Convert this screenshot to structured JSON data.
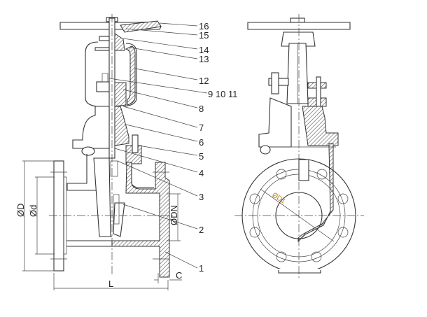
{
  "title": "Gate valve sectional drawing",
  "part_labels": [
    "16",
    "15",
    "14",
    "13",
    "12",
    "9 10 11",
    "8",
    "7",
    "6",
    "5",
    "4",
    "3",
    "2",
    "1"
  ],
  "dimensions": {
    "outer_diameter": "ØD",
    "inner_diameter": "Ød",
    "nominal_diameter": "ØDN",
    "length": "L",
    "flange_thickness": "C",
    "bolt_circle": "ØD1"
  },
  "colors": {
    "line": "#333333",
    "dim_label_accent": "#c08020"
  }
}
